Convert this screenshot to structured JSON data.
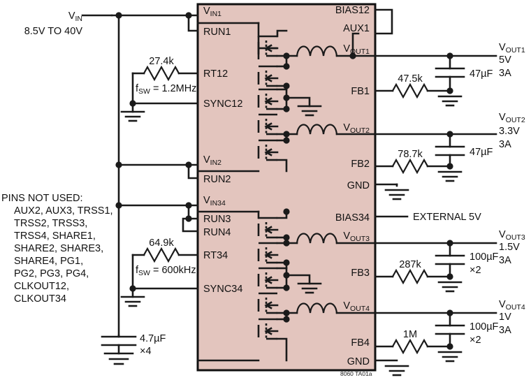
{
  "figure": {
    "watermark": "8060 TA01a",
    "ic_fill_color": "#e3c5be",
    "line_color": "#1a1a1a"
  },
  "input": {
    "name": "V",
    "name_sub": "IN",
    "range": "8.5V TO 40V",
    "bulk_cap_value": "4.7µF",
    "bulk_cap_qty": "×4"
  },
  "timing": {
    "rt12_resistor": "27.4k",
    "fsw12_label": "f",
    "fsw12_sub": "SW",
    "fsw12_value": " = 1.2MHz",
    "rt34_resistor": "64.9k",
    "fsw34_label": "f",
    "fsw34_sub": "SW",
    "fsw34_value": " = 600kHz"
  },
  "ic_pins_left": [
    {
      "name": "V",
      "sub": "IN1"
    },
    {
      "name": "RUN1",
      "sub": ""
    },
    {
      "name": "RT12",
      "sub": ""
    },
    {
      "name": "SYNC12",
      "sub": ""
    },
    {
      "name": "V",
      "sub": "IN2"
    },
    {
      "name": "RUN2",
      "sub": ""
    },
    {
      "name": "V",
      "sub": "IN34"
    },
    {
      "name": "RUN3",
      "sub": ""
    },
    {
      "name": "RUN4",
      "sub": ""
    },
    {
      "name": "RT34",
      "sub": ""
    },
    {
      "name": "SYNC34",
      "sub": ""
    }
  ],
  "ic_pins_right": [
    {
      "name": "BIAS12",
      "sub": ""
    },
    {
      "name": "AUX1",
      "sub": ""
    },
    {
      "name": "V",
      "sub": "OUT1"
    },
    {
      "name": "FB1",
      "sub": ""
    },
    {
      "name": "V",
      "sub": "OUT2"
    },
    {
      "name": "FB2",
      "sub": ""
    },
    {
      "name": "GND",
      "sub": ""
    },
    {
      "name": "BIAS34",
      "sub": ""
    },
    {
      "name": "V",
      "sub": "OUT3"
    },
    {
      "name": "FB3",
      "sub": ""
    },
    {
      "name": "V",
      "sub": "OUT4"
    },
    {
      "name": "FB4",
      "sub": ""
    },
    {
      "name": "GND",
      "sub": ""
    }
  ],
  "bias34_note": "EXTERNAL 5V",
  "outputs": [
    {
      "id": "out1",
      "name": "V",
      "sub": "OUT1",
      "voltage": "5V",
      "current": "3A",
      "cap_value": "47µF",
      "cap_qty": "",
      "fb_resistor": "47.5k"
    },
    {
      "id": "out2",
      "name": "V",
      "sub": "OUT2",
      "voltage": "3.3V",
      "current": "3A",
      "cap_value": "47µF",
      "cap_qty": "",
      "fb_resistor": "78.7k"
    },
    {
      "id": "out3",
      "name": "V",
      "sub": "OUT3",
      "voltage": "1.5V",
      "current": "3A",
      "cap_value": "100µF",
      "cap_qty": "×2",
      "fb_resistor": "287k"
    },
    {
      "id": "out4",
      "name": "V",
      "sub": "OUT4",
      "voltage": "1V",
      "current": "3A",
      "cap_value": "100µF",
      "cap_qty": "×2",
      "fb_resistor": "1M"
    }
  ],
  "pins_not_used": {
    "title": "PINS NOT USED:",
    "lines": [
      "AUX2, AUX3, TRSS1,",
      "TRSS2, TRSS3,",
      "TRSS4, SHARE1,",
      "SHARE2, SHARE3,",
      "SHARE4, PG1,",
      "PG2, PG3, PG4,",
      "CLKOUT12,",
      "CLKOUT34"
    ]
  }
}
